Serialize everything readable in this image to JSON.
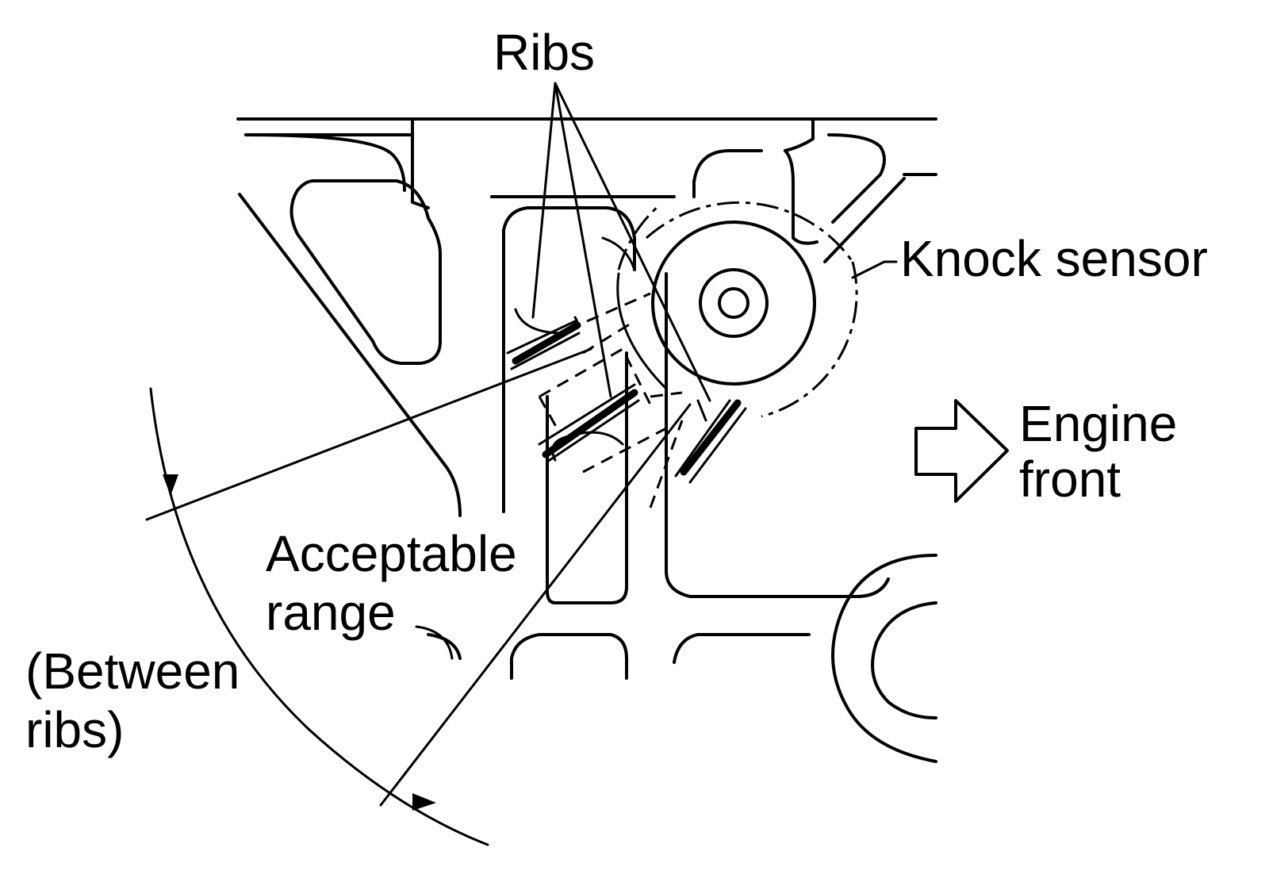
{
  "labels": {
    "ribs": "Ribs",
    "knock_sensor": "Knock sensor",
    "engine_front_line1": "Engine",
    "engine_front_line2": "front",
    "acceptable_line1": "Acceptable",
    "acceptable_line2": "range",
    "between_line1": "(Between",
    "between_line2": "ribs)"
  },
  "colors": {
    "ink": "#000000",
    "background": "#ffffff"
  },
  "icons": {
    "direction_arrow": "arrow-right-outline-icon"
  }
}
